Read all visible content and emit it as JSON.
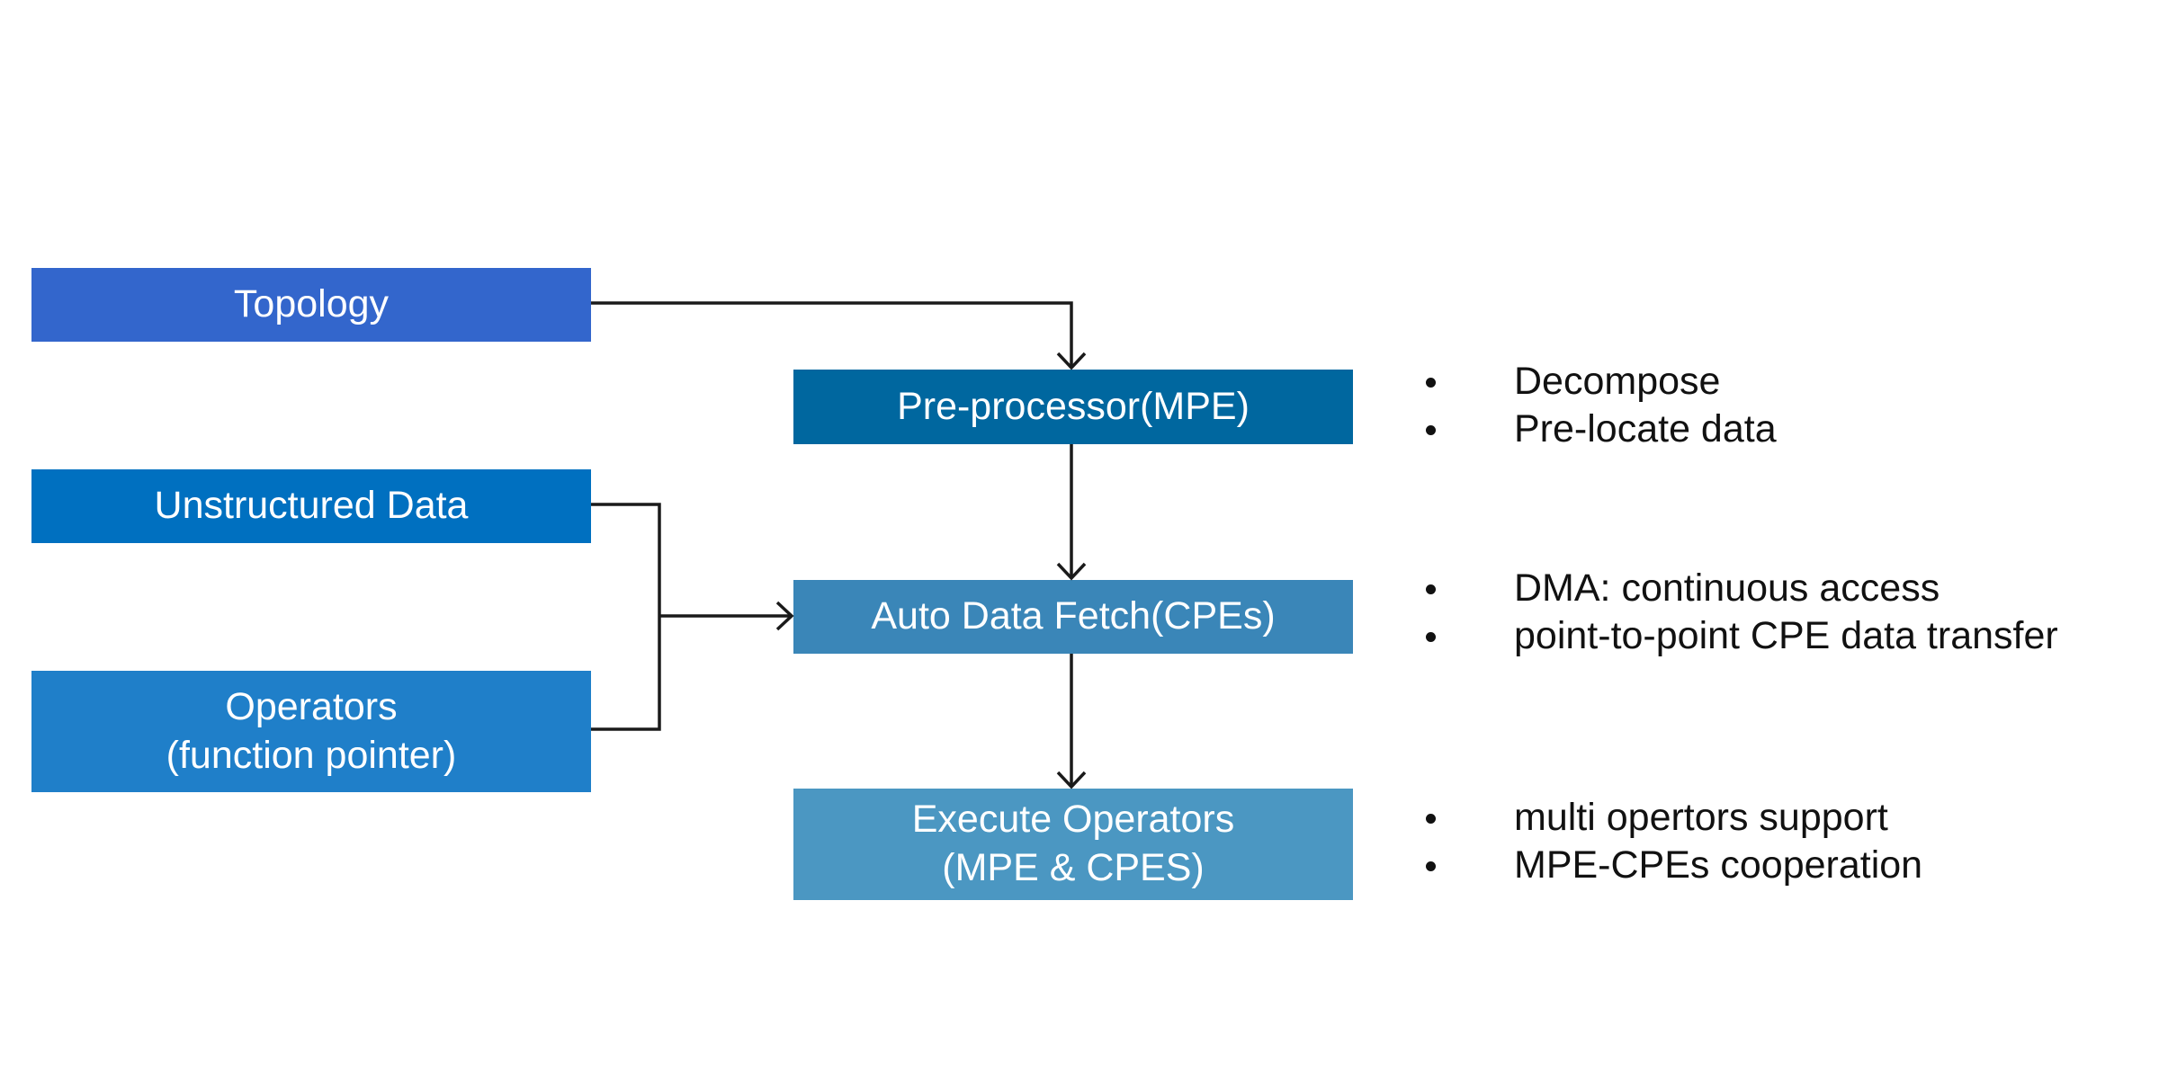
{
  "inputs": {
    "topology": [
      "Topology"
    ],
    "unstructured_data": [
      "Unstructured Data"
    ],
    "operators": [
      "Operators",
      "(function pointer)"
    ]
  },
  "stages": {
    "preprocessor": [
      "Pre-processor(MPE)"
    ],
    "auto_fetch": [
      "Auto Data Fetch(CPEs)"
    ],
    "execute": [
      "Execute Operators",
      "(MPE & CPES)"
    ]
  },
  "notes": {
    "preprocessor": [
      "Decompose",
      "Pre-locate data"
    ],
    "auto_fetch": [
      "DMA: continuous access",
      "point-to-point CPE data transfer"
    ],
    "execute": [
      "multi opertors support",
      "MPE-CPEs cooperation"
    ]
  },
  "colors": {
    "topology": "#3366CC",
    "unstructured_data": "#0070C0",
    "operators": "#1F7FC9",
    "preprocessor": "#00679F",
    "auto_fetch": "#3A86B8",
    "execute": "#4B97C2",
    "connector": "#1a1a1a"
  }
}
